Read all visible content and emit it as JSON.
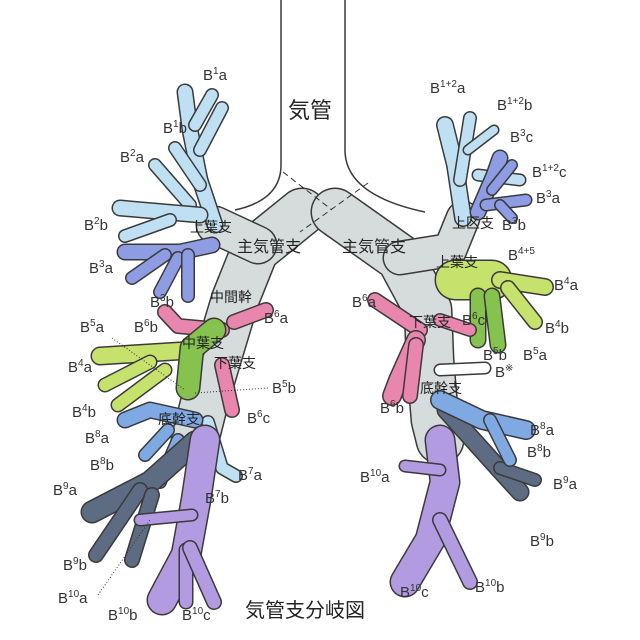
{
  "title": "気管支分岐図",
  "structures": {
    "trachea": "気管",
    "main_bronchus_left": "主気管支",
    "main_bronchus_right": "主気管支",
    "upper_lobe_left": "上葉支",
    "intermediate_trunk": "中間幹",
    "middle_lobe": "中葉支",
    "lower_lobe_left": "下葉支",
    "basal_trunk_left": "底幹支",
    "upper_division_right": "上区支",
    "upper_lobe_right": "上葉支",
    "lower_lobe_right": "下葉支",
    "basal_trunk_right": "底幹支"
  },
  "labels_left": [
    {
      "b": "B",
      "s": "1",
      "t": "a"
    },
    {
      "b": "B",
      "s": "1",
      "t": "b"
    },
    {
      "b": "B",
      "s": "2",
      "t": "a"
    },
    {
      "b": "B",
      "s": "2",
      "t": "b"
    },
    {
      "b": "B",
      "s": "3",
      "t": "a"
    },
    {
      "b": "B",
      "s": "3",
      "t": "b"
    },
    {
      "b": "B",
      "s": "5",
      "t": "a"
    },
    {
      "b": "B",
      "s": "6",
      "t": "b"
    },
    {
      "b": "B",
      "s": "6",
      "t": "a"
    },
    {
      "b": "B",
      "s": "4",
      "t": "a"
    },
    {
      "b": "B",
      "s": "5",
      "t": "b"
    },
    {
      "b": "B",
      "s": "4",
      "t": "b"
    },
    {
      "b": "B",
      "s": "6",
      "t": "c"
    },
    {
      "b": "B",
      "s": "8",
      "t": "a"
    },
    {
      "b": "B",
      "s": "8",
      "t": "b"
    },
    {
      "b": "B",
      "s": "7",
      "t": "a"
    },
    {
      "b": "B",
      "s": "9",
      "t": "a"
    },
    {
      "b": "B",
      "s": "7",
      "t": "b"
    },
    {
      "b": "B",
      "s": "9",
      "t": "b"
    },
    {
      "b": "B",
      "s": "10",
      "t": "a"
    },
    {
      "b": "B",
      "s": "10",
      "t": "b"
    },
    {
      "b": "B",
      "s": "10",
      "t": "c"
    }
  ],
  "labels_right": [
    {
      "b": "B",
      "s": "1+2",
      "t": "a"
    },
    {
      "b": "B",
      "s": "1+2",
      "t": "b"
    },
    {
      "b": "B",
      "s": "3",
      "t": "c"
    },
    {
      "b": "B",
      "s": "1+2",
      "t": "c"
    },
    {
      "b": "B",
      "s": "3",
      "t": "a"
    },
    {
      "b": "B",
      "s": "3",
      "t": "b"
    },
    {
      "b": "B",
      "s": "4+5",
      "t": ""
    },
    {
      "b": "B",
      "s": "4",
      "t": "a"
    },
    {
      "b": "B",
      "s": "4",
      "t": "b"
    },
    {
      "b": "B",
      "s": "5",
      "t": "b"
    },
    {
      "b": "B",
      "s": "5",
      "t": "a"
    },
    {
      "b": "B",
      "s": "※",
      "t": ""
    },
    {
      "b": "B",
      "s": "6",
      "t": "a"
    },
    {
      "b": "B",
      "s": "6",
      "t": "c"
    },
    {
      "b": "B",
      "s": "6",
      "t": "b"
    },
    {
      "b": "B",
      "s": "8",
      "t": "a"
    },
    {
      "b": "B",
      "s": "8",
      "t": "b"
    },
    {
      "b": "B",
      "s": "9",
      "t": "a"
    },
    {
      "b": "B",
      "s": "9",
      "t": "b"
    },
    {
      "b": "B",
      "s": "10",
      "t": "a"
    },
    {
      "b": "B",
      "s": "10",
      "t": "c"
    },
    {
      "b": "B",
      "s": "10",
      "t": "b"
    }
  ],
  "colors": {
    "stem": "#d6dbdb",
    "upper": "#bfe0f2",
    "b3": "#8e9ce3",
    "pink": "#e886ad",
    "lime": "#c6e26c",
    "green": "#86c24e",
    "b8": "#7fa9e3",
    "b9": "#5d6c82",
    "b10": "#b39be2",
    "outline": "#3a3a3a"
  }
}
